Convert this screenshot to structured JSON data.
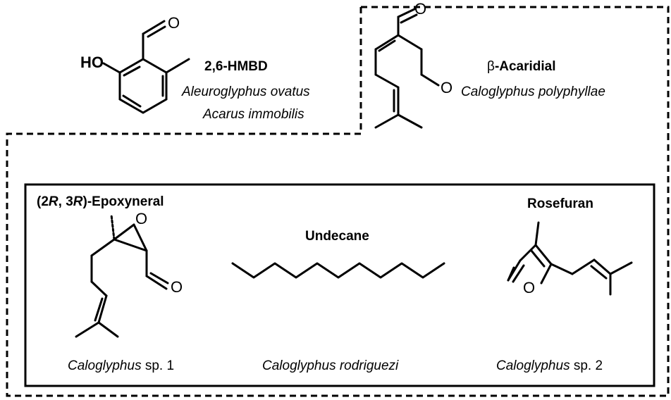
{
  "compounds": {
    "hmbd": {
      "name": "2,6-HMBD",
      "species": [
        "Aleuroglyphus ovatus",
        "Acarus immobilis"
      ],
      "atom_oh": "HO",
      "atom_o": "O"
    },
    "acaridial": {
      "name_prefix": "β",
      "name_main": "-Acaridial",
      "species": "Caloglyphus polyphyllae",
      "atom_o1": "O",
      "atom_o2": "O"
    },
    "epoxyneral": {
      "name_p1": "(2",
      "name_r1": "R",
      "name_p2": ", 3",
      "name_r2": "R",
      "name_p3": ")-Epoxyneral",
      "species_genus": "Caloglyphus",
      "species_rest": " sp. 1",
      "atom_o1": "O",
      "atom_o2": "O"
    },
    "undecane": {
      "name": "Undecane",
      "species": "Caloglyphus rodriguezi"
    },
    "rosefuran": {
      "name": "Rosefuran",
      "species_genus": "Caloglyphus",
      "species_rest": " sp. 2",
      "atom_o": "O"
    }
  }
}
